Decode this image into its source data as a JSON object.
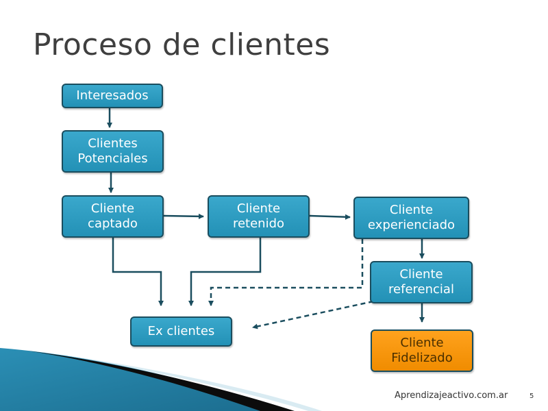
{
  "slide": {
    "title": "Proceso de clientes",
    "footer": "Aprendizajeactivo.com.ar",
    "page_number": "5"
  },
  "nodes": {
    "interesados": {
      "line1": "Interesados"
    },
    "potenciales": {
      "line1": "Clientes",
      "line2": "Potenciales"
    },
    "captado": {
      "line1": "Cliente",
      "line2": "captado"
    },
    "retenido": {
      "line1": "Cliente",
      "line2": "retenido"
    },
    "experienciado": {
      "line1": "Cliente",
      "line2": "experienciado"
    },
    "referencial": {
      "line1": "Cliente",
      "line2": "referencial"
    },
    "fidelizado": {
      "line1": "Cliente",
      "line2": "Fidelizado"
    },
    "ex_clientes": {
      "line1": "Ex clientes"
    }
  },
  "colors": {
    "node_fill": "#2c9cc1",
    "node_border": "#1a4d5e",
    "final_fill": "#f7961e",
    "arrow": "#1a4d5e"
  }
}
